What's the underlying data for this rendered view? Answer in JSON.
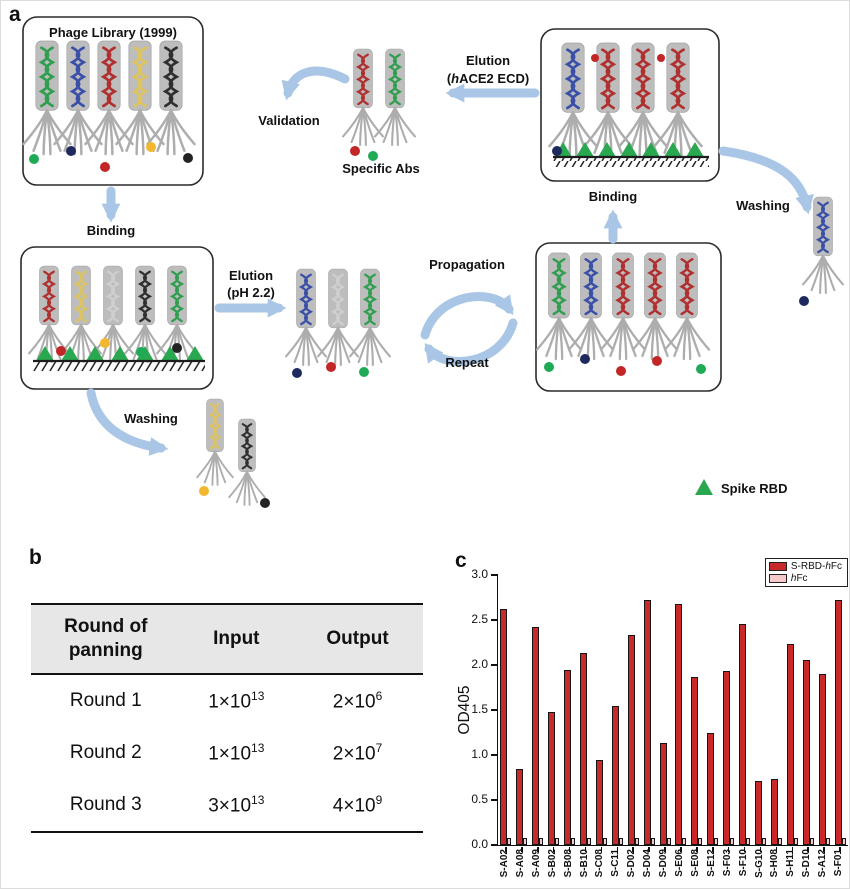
{
  "panel_labels": {
    "a": "a",
    "b": "b",
    "c": "c"
  },
  "diagram": {
    "labels": {
      "phage_library": "Phage Library (1999)",
      "binding_left": "Binding",
      "washing_left": "Washing",
      "elution1_line1": "Elution",
      "elution1_line2": "(pH 2.2)",
      "propagation": "Propagation",
      "repeat": "Repeat",
      "binding_right": "Binding",
      "washing_right": "Washing",
      "elution2_line1": "Elution",
      "elution2_pre": "(",
      "elution2_h": "h",
      "elution2_post": "ACE2 ECD)",
      "validation": "Validation",
      "specific_abs": "Specific Abs",
      "spike_rbd_legend": "Spike RBD"
    },
    "colors": {
      "arrow_blue": "#a9c6e6",
      "spike_triangle_green": "#2aa84f",
      "phage_body_gray": "#bdbdbd"
    }
  },
  "table": {
    "headers": [
      "Round of panning",
      "Input",
      "Output"
    ],
    "rows": [
      {
        "round": "Round 1",
        "input_base": "1×10",
        "input_exp": "13",
        "output_base": "2×10",
        "output_exp": "6"
      },
      {
        "round": "Round 2",
        "input_base": "1×10",
        "input_exp": "13",
        "output_base": "2×10",
        "output_exp": "7"
      },
      {
        "round": "Round 3",
        "input_base": "3×10",
        "input_exp": "13",
        "output_base": "4×10",
        "output_exp": "9"
      }
    ]
  },
  "chart_data": {
    "type": "bar",
    "title": "",
    "xlabel": "",
    "ylabel": "OD405",
    "ylim": [
      0,
      3.0
    ],
    "yticks": [
      0.0,
      0.5,
      1.0,
      1.5,
      2.0,
      2.5,
      3.0
    ],
    "grid": false,
    "legend_position": "upper right",
    "categories": [
      "S-A02",
      "S-A08",
      "S-A09",
      "S-B02",
      "S-B08",
      "S-B10",
      "S-C08",
      "S-C11",
      "S-D02",
      "S-D04",
      "S-D09",
      "S-E06",
      "S-E08",
      "S-E12",
      "S-F03",
      "S-F10",
      "S-G10",
      "S-H08",
      "S-H11",
      "S-D10",
      "S-A12",
      "S-F01"
    ],
    "series": [
      {
        "name": "S-RBD-hFc",
        "color": "#c8292b",
        "edge": "#111111",
        "values": [
          2.62,
          0.85,
          2.42,
          1.48,
          1.95,
          2.13,
          0.95,
          1.55,
          2.33,
          2.72,
          1.13,
          2.68,
          1.87,
          1.25,
          1.93,
          2.46,
          0.71,
          0.73,
          2.23,
          2.06,
          1.9,
          2.72
        ]
      },
      {
        "name": "hFc",
        "color": "#f6caca",
        "edge": "#111111",
        "values": [
          0.08,
          0.08,
          0.08,
          0.08,
          0.08,
          0.08,
          0.08,
          0.08,
          0.08,
          0.08,
          0.08,
          0.08,
          0.08,
          0.08,
          0.08,
          0.08,
          0.08,
          0.08,
          0.08,
          0.08,
          0.08,
          0.08
        ]
      }
    ],
    "legend": {
      "s1_pre": "S-RBD-",
      "s1_it": "h",
      "s1_post": "Fc",
      "s2_it": "h",
      "s2_post": "Fc"
    }
  }
}
